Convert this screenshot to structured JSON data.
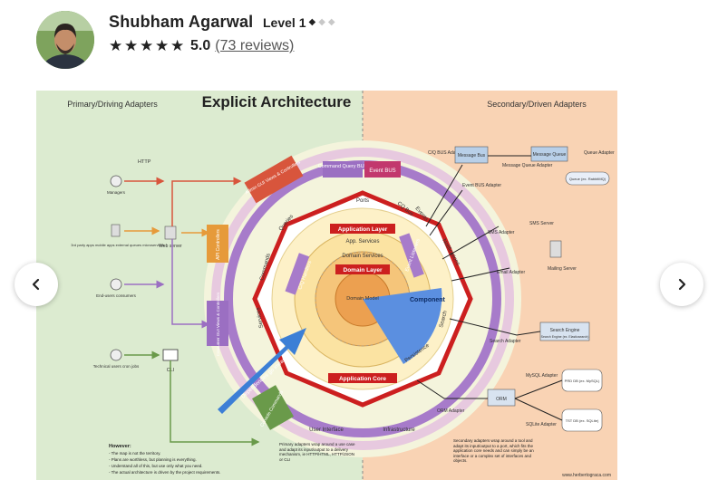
{
  "seller": {
    "name": "Shubham Agarwal",
    "level_label": "Level 1",
    "rating": "5.0",
    "reviews_label": "(73 reviews)",
    "star_count": 5
  },
  "diagram": {
    "title": "Explicit Architecture",
    "left_section": "Primary/Driving Adapters",
    "right_section": "Secondary/Driven Adapters",
    "primary_actors": [
      "Managers",
      "3rd party apps mobile apps external queues microservices",
      "End-users consumers",
      "Technical users cron jobs"
    ],
    "http_label": "HTTP",
    "web_server": "Web server",
    "cli": "CLI",
    "primary_adapters": [
      "Admin GUI Views & Controllers",
      "API Controllers",
      "Consumer GUI Views & Controllers",
      "Console Commands"
    ],
    "command_bus": "Command Query BUS",
    "event_bus": "Event BUS",
    "ports": "Ports",
    "ring_labels": [
      "Queries",
      "Commands",
      "Services",
      "C/Q Handlers",
      "Persistence",
      "Search",
      "Notifications",
      "CQ Bus",
      "Events",
      "Event Listeners"
    ],
    "app_layer": "Application Layer",
    "app_services": "App. Services",
    "domain_services": "Domain Services",
    "domain_layer": "Domain Layer",
    "domain_model": "Domain Model",
    "component": "Component",
    "app_core": "Application Core",
    "dependencies": "Dependencies go inwards",
    "user_interface": "User Interface",
    "infrastructure": "Infrastructure",
    "secondary_items": [
      "C/Q BUS Adapter",
      "Message Bus",
      "Message Queue Adapter",
      "Message Queue",
      "Queue Adapter",
      "Event BUS Adapter",
      "SMS Adapter",
      "SMS Server",
      "Email Adapter",
      "Mailing Server",
      "Search Adapter",
      "Search Engine",
      "ORM Adapter",
      "ORM",
      "MySQL Adapter",
      "SQLite Adapter"
    ],
    "queue_db": "Queue (ex. RabbitMQ)",
    "search_db": "Search Engine (ex. Elasticsearch)",
    "prd_db": "PRD DB (ex. MySQL)",
    "tst_db": "TST DB (ex. SQLite)",
    "however": "However:",
    "notes": [
      "- The map is not the territory.",
      "- Plans are worthless, but planning is everything.",
      "- Understand all of this, but use only what you need.",
      "- The actual architecture is driven by the project requirements."
    ],
    "primary_note": "Primary adapters wrap around a use case and adapt its input/output to a delivery mechanism, ie HTTP/HTML, HTTP/JSON or CLI",
    "secondary_note": "Secondary adapters wrap around a tool and adapt its input/output to a port, which fits the application core needs and can simply be an interface or a complex set of interfaces and objects.",
    "credit": "www.herbertograca.com"
  },
  "colors": {
    "left_bg": "#dcebd0",
    "right_bg": "#f9d3b4",
    "core_red": "#cc1f1f",
    "ring_purple": "#9b6fc2",
    "component_blue": "#5b8fe0"
  }
}
